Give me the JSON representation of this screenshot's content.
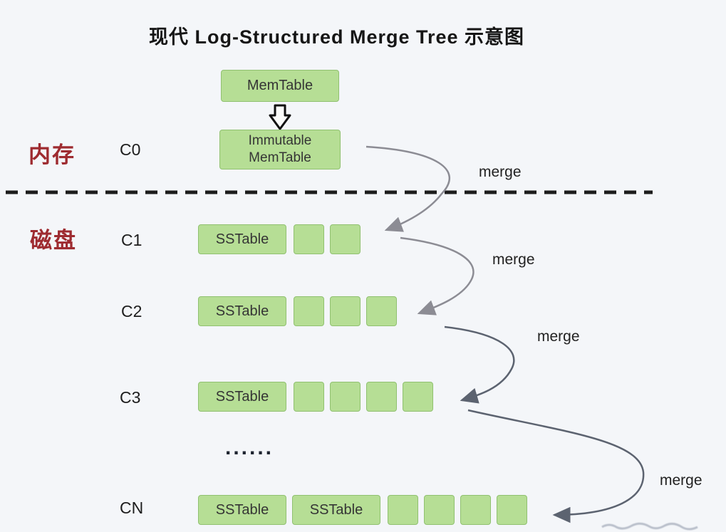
{
  "title": "现代 Log-Structured Merge Tree 示意图",
  "legend": {
    "memory_label": "内存",
    "disk_label": "磁盘"
  },
  "memory": {
    "level_label": "C0",
    "memtable_label": "MemTable",
    "immutable_line1": "Immutable",
    "immutable_line2": "MemTable"
  },
  "disk_rows": [
    {
      "level_label": "C1",
      "sstable_labels": [
        "SSTable"
      ],
      "fragment_count": 2
    },
    {
      "level_label": "C2",
      "sstable_labels": [
        "SSTable"
      ],
      "fragment_count": 3
    },
    {
      "level_label": "C3",
      "sstable_labels": [
        "SSTable"
      ],
      "fragment_count": 4
    },
    {
      "level_label": "CN",
      "sstable_labels": [
        "SSTable",
        "SSTable"
      ],
      "fragment_count": 4
    }
  ],
  "ellipsis": "......",
  "merge_labels": [
    "merge",
    "merge",
    "merge",
    "merge"
  ],
  "colors": {
    "background": "#f4f6f9",
    "box_fill": "#b6de95",
    "box_border": "#90c170",
    "zone_label_color": "#9e2b30",
    "merge_arrow_gray": "#8c8c94",
    "merge_arrow_dark": "#5c6370",
    "flush_arrow_outline": "#111111",
    "dashed_line_color": "#1c1c1c"
  }
}
